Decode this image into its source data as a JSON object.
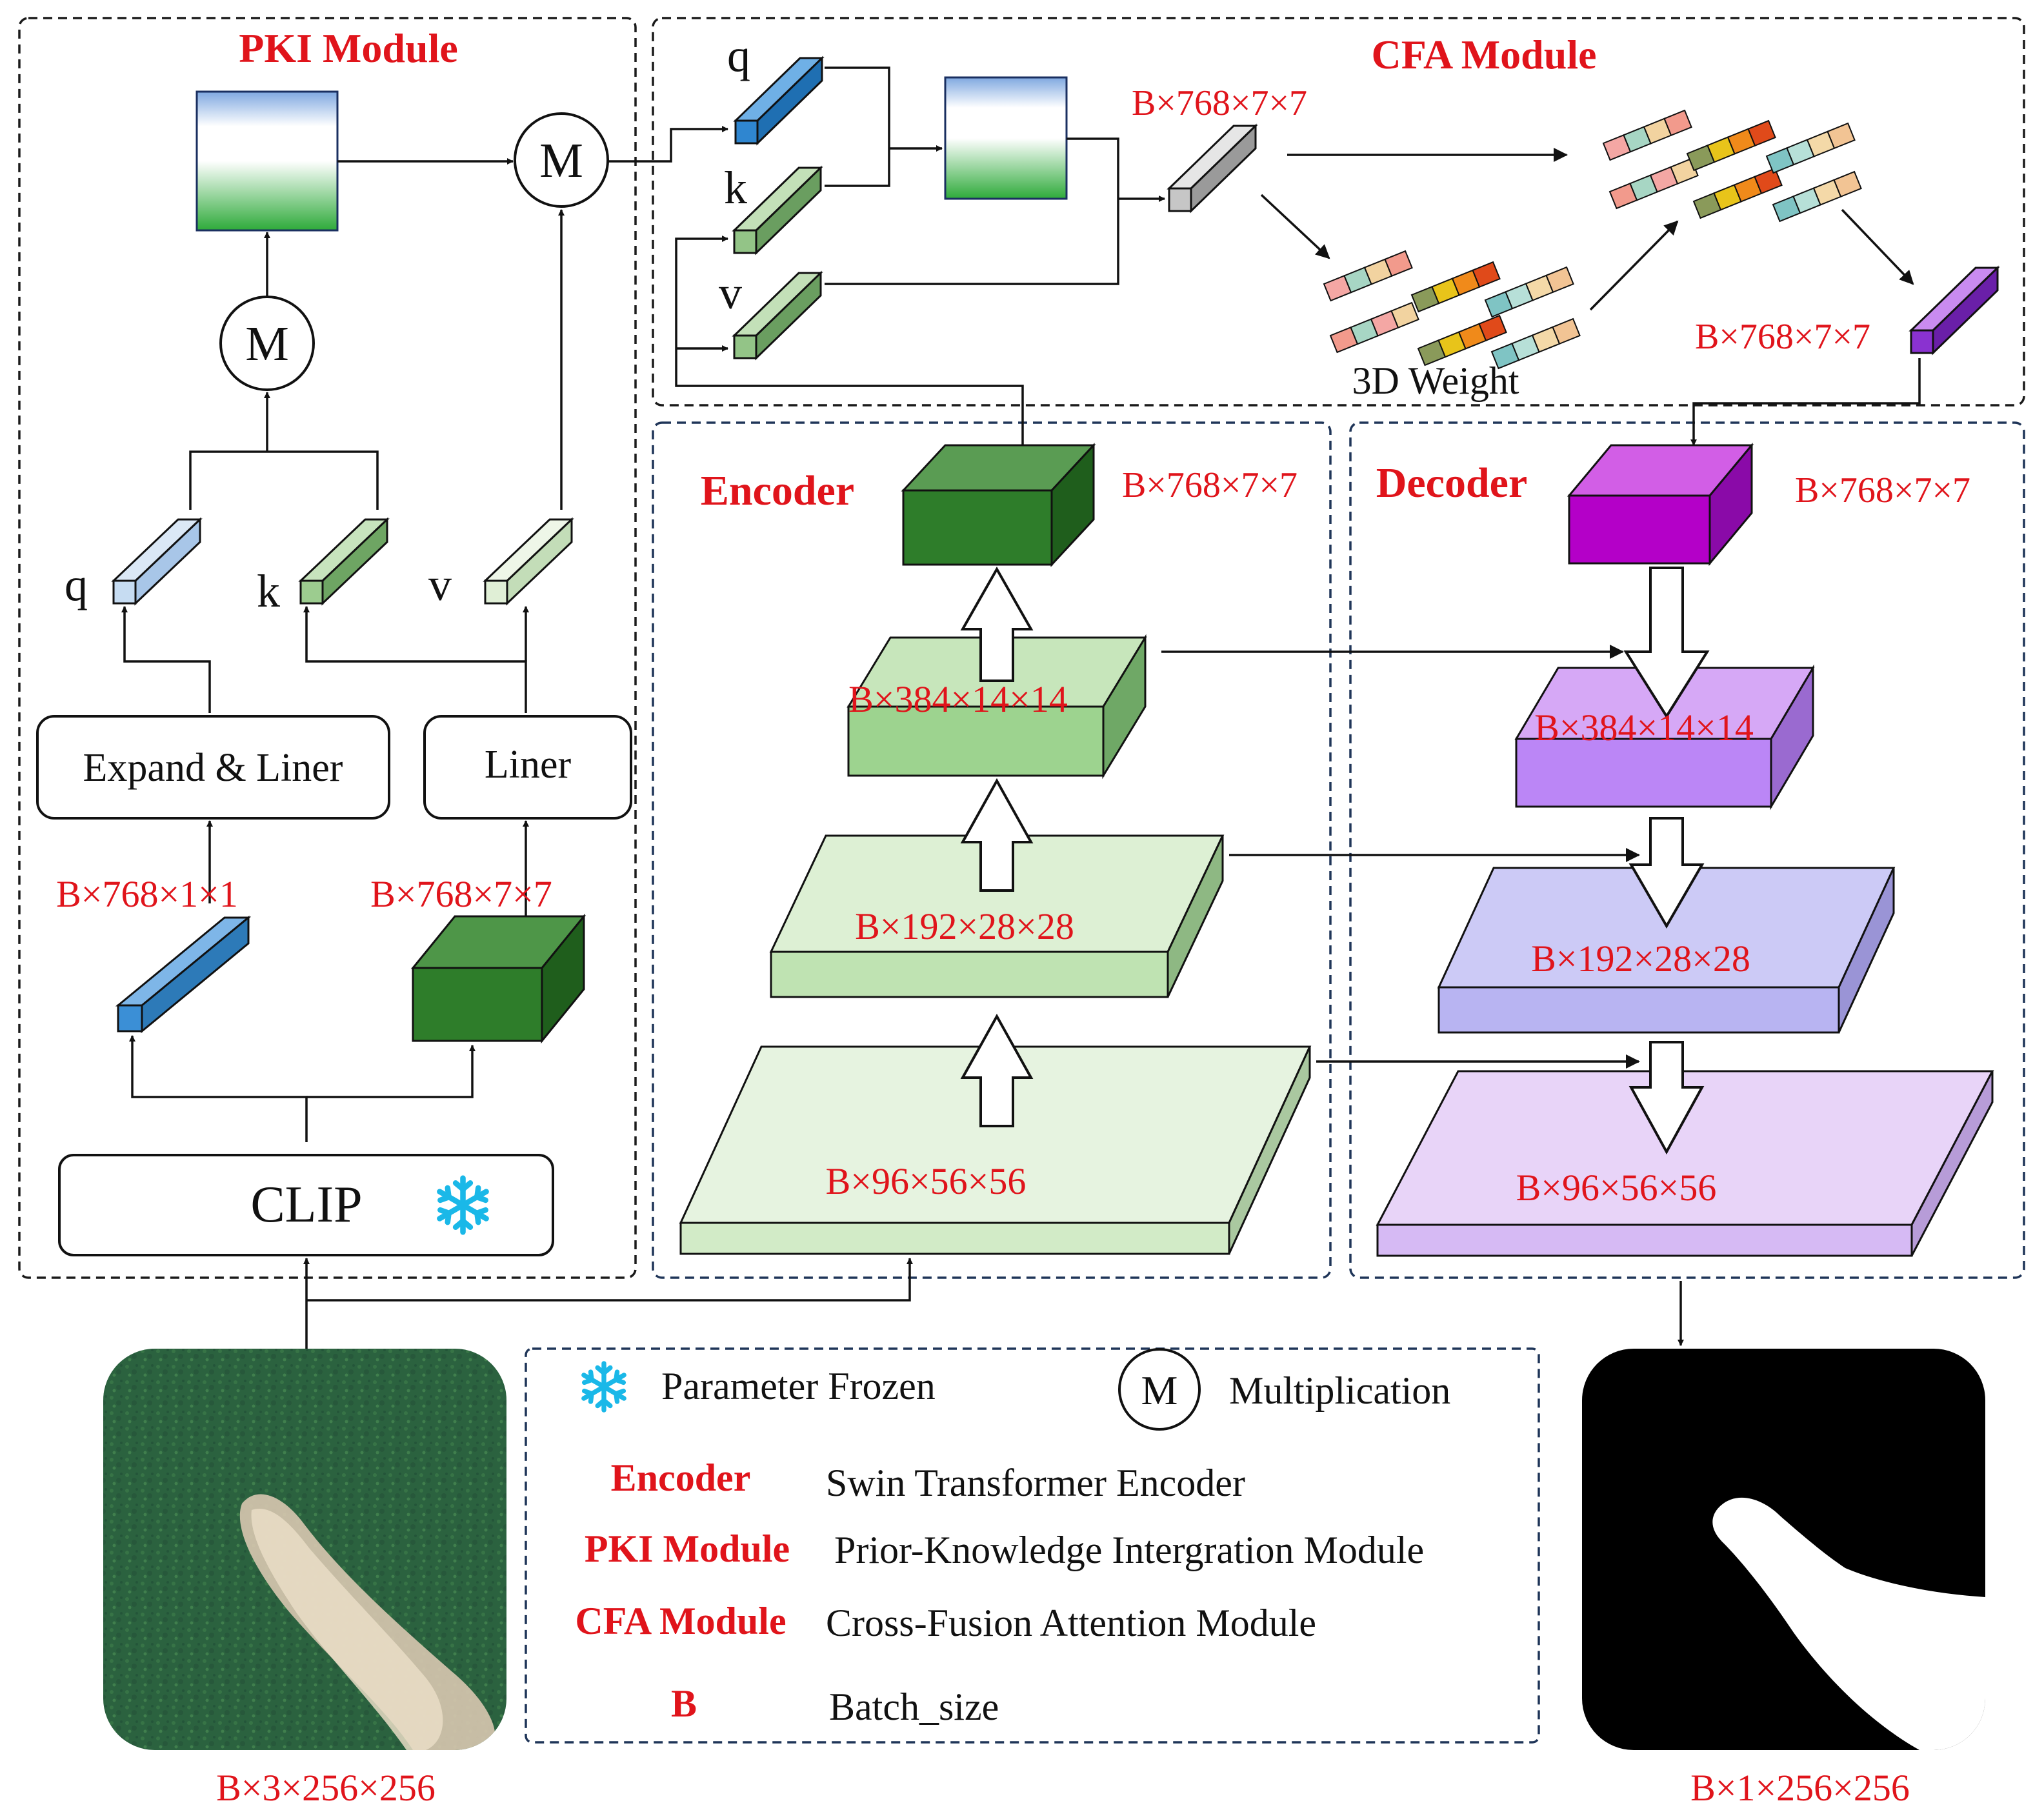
{
  "titles": {
    "pki": "PKI Module",
    "cfa": "CFA Module",
    "encoder": "Encoder",
    "decoder": "Decoder"
  },
  "pki": {
    "q": "q",
    "k": "k",
    "v": "v",
    "m_top": "M",
    "m_mid": "M",
    "expand": "Expand & Liner",
    "liner": "Liner",
    "dim_text": "B×768×1×1",
    "dim_img": "B×768×7×7",
    "clip": "CLIP"
  },
  "cfa": {
    "q": "q",
    "k": "k",
    "v": "v",
    "dim_mid": "B×768×7×7",
    "dim_out": "B×768×7×7",
    "weight_label": "3D Weight"
  },
  "encoder": {
    "dims": [
      "B×768×7×7",
      "B×384×14×14",
      "B×192×28×28",
      "B×96×56×56"
    ]
  },
  "decoder": {
    "dims": [
      "B×768×7×7",
      "B×384×14×14",
      "B×192×28×28",
      "B×96×56×56"
    ]
  },
  "io": {
    "input_dim": "B×3×256×256",
    "output_dim": "B×1×256×256"
  },
  "legend": {
    "frozen": "Parameter Frozen",
    "m_symbol": "M",
    "mult": "Multiplication",
    "rows": [
      {
        "key": "Encoder",
        "desc": "Swin Transformer Encoder"
      },
      {
        "key": "PKI Module",
        "desc": "Prior-Knowledge Intergration Module"
      },
      {
        "key": "CFA Module",
        "desc": "Cross-Fusion Attention Module"
      },
      {
        "key": "B",
        "desc": "Batch_size"
      }
    ]
  },
  "colors": {
    "title_red": "#e0141b",
    "enc_dark": "#2e7d2a",
    "dec_purple": "#b400c8",
    "cyan_snow": "#1ab8e8"
  },
  "icons": {
    "frozen": "snowflake-icon",
    "multiply": "multiply-circle-icon"
  }
}
